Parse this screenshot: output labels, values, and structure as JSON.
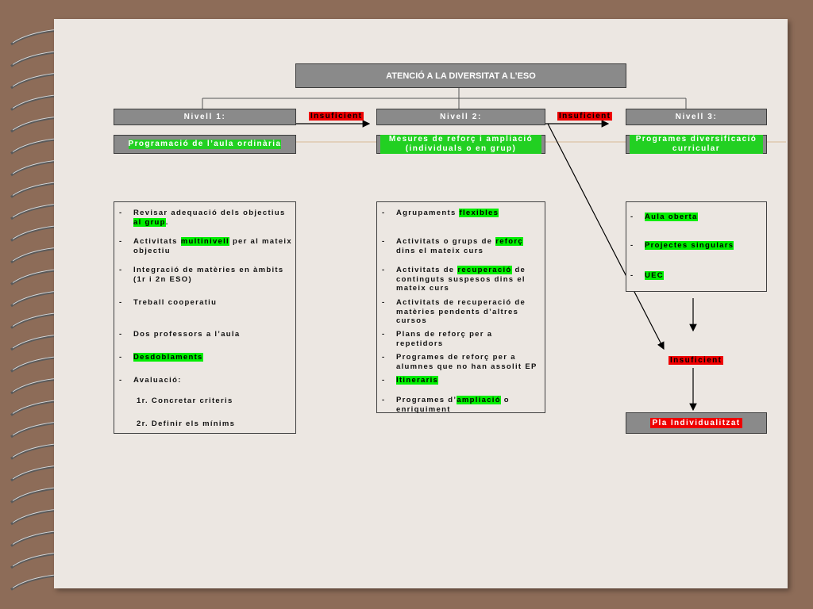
{
  "title": "ATENCIÓ A LA DIVERSITAT A L’ESO",
  "insufficient": "Insuficient",
  "levels": [
    {
      "label": "Nivell 1:",
      "subtitle": "Programació de l’aula ordinària"
    },
    {
      "label": "Nivell 2:",
      "subtitle": "Mesures de reforç i ampliació (individuals o en grup)"
    },
    {
      "label": "Nivell 3:",
      "subtitle": "Programes diversificació curricular"
    }
  ],
  "level1_items": {
    "i1a": "Revisar adequació dels objectius",
    "i1b": "al grup",
    "i1c": ".",
    "i2a": "Activitats ",
    "i2b": "multinivell",
    "i2c": " per al mateix objectiu",
    "i3": "Integració de matèries en àmbits (1r i 2n ESO)",
    "i4": "Treball cooperatiu",
    "i5": "Dos professors a l’aula",
    "i6": "Desdoblaments",
    "i7": "Avaluació:",
    "i8": "1r.  Concretar criteris",
    "i9": "2r.  Definir els mínims"
  },
  "level2_items": {
    "i1a": "Agrupaments ",
    "i1b": "flexibles",
    "i2a": "Activitats o grups de ",
    "i2b": "reforç",
    "i2c": " dins el mateix curs",
    "i3a": "Activitats de ",
    "i3b": "recuperació",
    "i3c": " de continguts suspesos dins el mateix curs",
    "i4": "Activitats de recuperació de matèries pendents d’altres cursos",
    "i5": "Plans de reforç per a repetidors",
    "i6": "Programes de reforç per a alumnes que no han assolit EP",
    "i7": "Itineraris",
    "i8a": "Programes d’",
    "i8b": "ampliació",
    "i8c": " o enriquiment"
  },
  "level3_items": [
    "Aula  oberta",
    "Projectes singulars",
    "UEC"
  ],
  "final": "Pla Individualitzat",
  "dash": "-"
}
